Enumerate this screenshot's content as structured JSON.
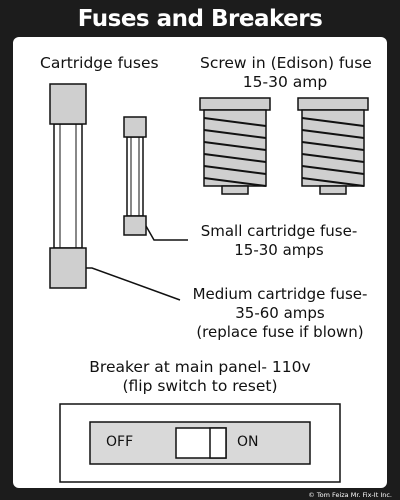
{
  "title": "Fuses and Breakers",
  "labels": {
    "cartridge_fuses": "Cartridge fuses",
    "screw_in_line1": "Screw in (Edison) fuse",
    "screw_in_line2": "15-30 amp",
    "small_line1": "Small cartridge fuse-",
    "small_line2": "15-30 amps",
    "medium_line1": "Medium cartridge fuse-",
    "medium_line2": "35-60 amps",
    "medium_line3": "(replace fuse if blown)",
    "breaker_line1": "Breaker at main panel- 110v",
    "breaker_line2": "(flip switch to reset)",
    "off": "OFF",
    "on": "ON"
  },
  "credit": "© Tom Feiza Mr. Fix-It Inc.",
  "colors": {
    "background": "#1c1c1c",
    "panel": "#ffffff",
    "cap_fill": "#cfcfcf",
    "breaker_fill": "#d9d9d9"
  }
}
